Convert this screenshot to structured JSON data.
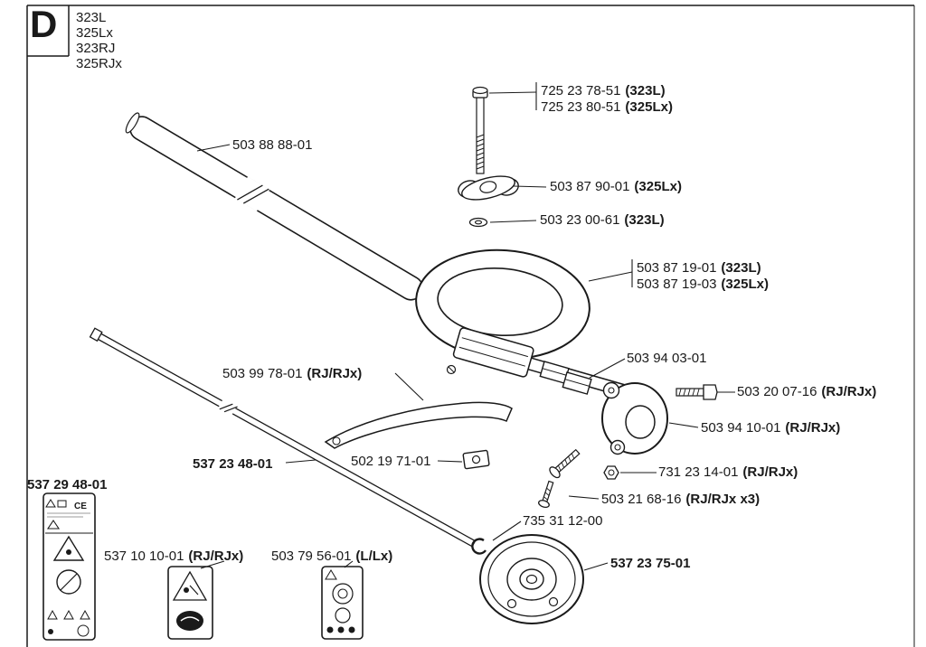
{
  "header": {
    "section_letter": "D",
    "models": [
      "323L",
      "325Lx",
      "323RJ",
      "325RJx"
    ]
  },
  "labels": {
    "upper_tube": {
      "num": "503 88 88-01",
      "variant": ""
    },
    "handle_bolt_323l": {
      "num": "725 23 78-51",
      "variant": "(323L)"
    },
    "handle_bolt_325lx": {
      "num": "725 23 80-51",
      "variant": "(325Lx)"
    },
    "wing_knob": {
      "num": "503 87 90-01",
      "variant": "(325Lx)"
    },
    "washer": {
      "num": "503 23 00-61",
      "variant": "(323L)"
    },
    "loop_handle_323l": {
      "num": "503 87 19-01",
      "variant": "(323L)"
    },
    "loop_handle_325lx": {
      "num": "503 87 19-03",
      "variant": "(325Lx)"
    },
    "clamp_half": {
      "num": "503 94 03-01",
      "variant": ""
    },
    "barrier_bar": {
      "num": "503 99 78-01",
      "variant": "(RJ/RJx)"
    },
    "bracket_bolt": {
      "num": "503 20 07-16",
      "variant": "(RJ/RJx)"
    },
    "support_bracket": {
      "num": "503 94 10-01",
      "variant": "(RJ/RJx)"
    },
    "drive_shaft": {
      "num": "537 23 48-01",
      "variant": ""
    },
    "square_nut": {
      "num": "502 19 71-01",
      "variant": ""
    },
    "lock_nut": {
      "num": "731 23 14-01",
      "variant": "(RJ/RJx)"
    },
    "screw_set": {
      "num": "503 21 68-16",
      "variant": "(RJ/RJx x3)"
    },
    "retainer_clip": {
      "num": "735 31 12-00",
      "variant": ""
    },
    "warning_decal": {
      "num": "537 29 48-01",
      "variant": ""
    },
    "decal_rj": {
      "num": "537 10 10-01",
      "variant": "(RJ/RJx)"
    },
    "decal_l": {
      "num": "503 79 56-01",
      "variant": "(L/Lx)"
    },
    "support_cup": {
      "num": "537 23 75-01",
      "variant": ""
    }
  },
  "decal": {
    "ce_mark": "CE"
  }
}
